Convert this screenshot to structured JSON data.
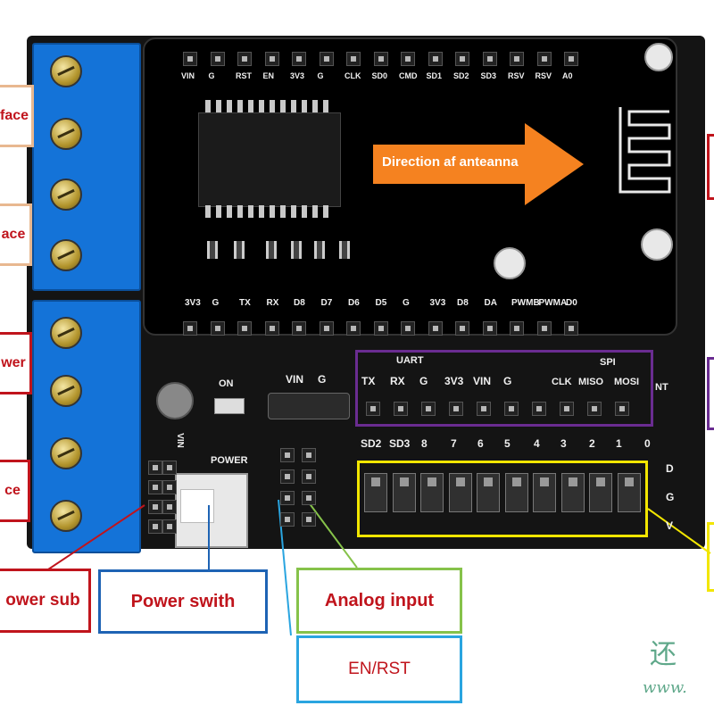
{
  "module": {
    "top_pins": [
      "VIN",
      "G",
      "RST",
      "EN",
      "3V3",
      "G",
      "CLK",
      "SD0",
      "CMD",
      "SD1",
      "SD2",
      "SD3",
      "RSV",
      "RSV",
      "A0"
    ],
    "bottom_pins": [
      "3V3",
      "G",
      "TX",
      "RX",
      "D8",
      "D7",
      "D6",
      "D5",
      "G",
      "3V3",
      "D8",
      "DA",
      "PWMB",
      "PWMA",
      "D0"
    ]
  },
  "board": {
    "on_label": "ON",
    "vin_label": "VIN",
    "g_label": "G",
    "power_label": "POWER",
    "vin_side": "VIN",
    "uart_title": "UART",
    "spi_title": "SPI",
    "uart_pins": [
      "TX",
      "RX",
      "G",
      "3V3",
      "VIN",
      "G"
    ],
    "spi_pins": [
      "CLK",
      "MISO",
      "MOSI"
    ],
    "nt_label": "NT",
    "gpio_top": [
      "SD2",
      "SD3",
      "8",
      "7",
      "6",
      "5",
      "4",
      "3",
      "2",
      "1",
      "0"
    ],
    "row_right_labels": [
      "D",
      "G",
      "V"
    ],
    "watermark": "还 ··· www."
  },
  "callouts": {
    "antenna": "Direction af anteanna",
    "power_sub": "ower sub",
    "power_switch": "Power swith",
    "analog_input": "Analog input",
    "en_rst": "EN/RST",
    "left_boxes": [
      "face",
      "ace",
      "wer",
      "ce"
    ]
  },
  "colors": {
    "red": "#c0141c",
    "blue": "#1e63b4",
    "green": "#86c24a",
    "yellow": "#f2e600",
    "purple": "#6a2c91",
    "peach": "#e8b890",
    "orange": "#f58220",
    "skyblue": "#2aa5e0"
  }
}
